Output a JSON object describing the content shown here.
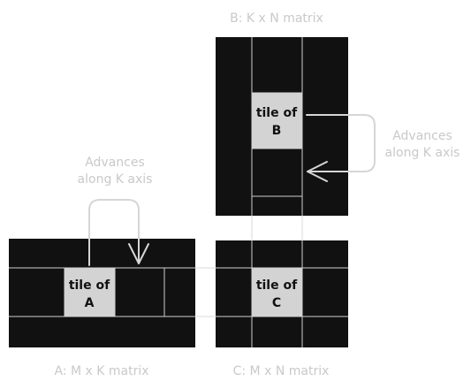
{
  "labels": {
    "matrix_b": "B: K x N matrix",
    "matrix_a": "A: M x K matrix",
    "matrix_c": "C: M x N matrix",
    "advances_b_line1": "Advances",
    "advances_b_line2": "along K axis",
    "advances_a_line1": "Advances",
    "advances_a_line2": "along K axis"
  },
  "tiles": {
    "a_line1": "tile of",
    "a_line2": "A",
    "b_line1": "tile of",
    "b_line2": "B",
    "c_line1": "tile of",
    "c_line2": "C"
  },
  "colors": {
    "matrix_fill": "#111111",
    "tile_fill": "#d3d3d3",
    "grid_line": "#cfcfcf",
    "label": "#c9c9c9",
    "arrow": "#d6d6d6"
  },
  "icons": {
    "arrow_a": "arrow-curve-down-icon",
    "arrow_b": "arrow-curve-left-icon"
  }
}
